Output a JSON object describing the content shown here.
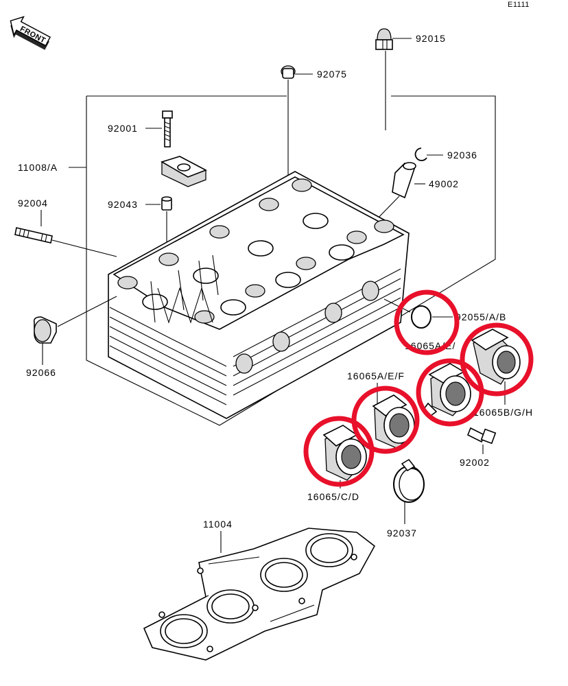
{
  "diagram_id": "E1111",
  "front_badge": "FRONT",
  "parts": [
    {
      "id": "p92015",
      "label": "92015"
    },
    {
      "id": "p92075",
      "label": "92075"
    },
    {
      "id": "p92001",
      "label": "92001"
    },
    {
      "id": "p92036",
      "label": "92036"
    },
    {
      "id": "p11008",
      "label": "11008/A"
    },
    {
      "id": "p49002",
      "label": "49002"
    },
    {
      "id": "p92004",
      "label": "92004"
    },
    {
      "id": "p92043",
      "label": "92043"
    },
    {
      "id": "p92055",
      "label": "92055/A/B"
    },
    {
      "id": "p16065ae_top",
      "label": "16065A/E/"
    },
    {
      "id": "p92066",
      "label": "92066"
    },
    {
      "id": "p16065aef",
      "label": "16065A/E/F"
    },
    {
      "id": "p16065bgh",
      "label": "16065B/G/H"
    },
    {
      "id": "p92002",
      "label": "92002"
    },
    {
      "id": "p16065cd",
      "label": "16065/C/D"
    },
    {
      "id": "p92037",
      "label": "92037"
    },
    {
      "id": "p11004",
      "label": "11004"
    }
  ],
  "highlight_color": "#e8102a"
}
